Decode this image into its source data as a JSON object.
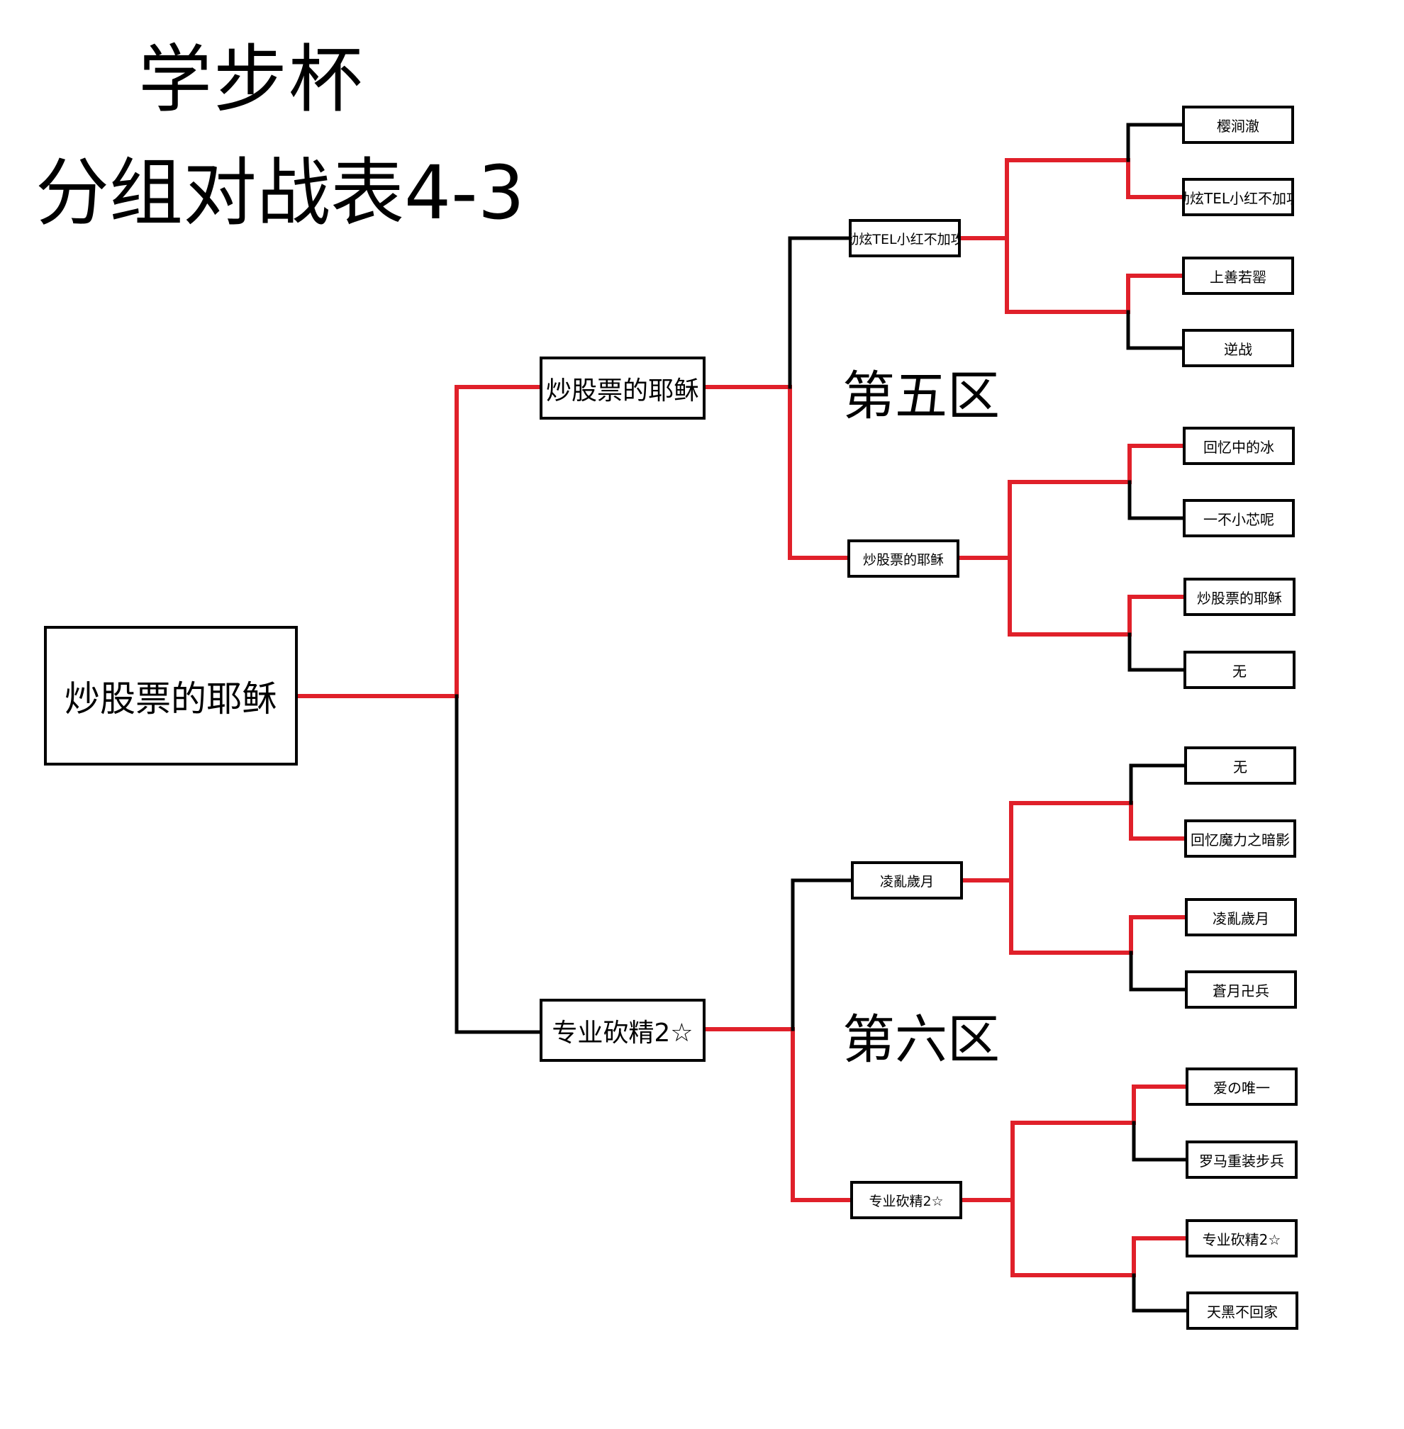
{
  "title": {
    "line1": "学步杯",
    "line2": "分组对战表4-3"
  },
  "regions": {
    "region_5": "第五区",
    "region_6": "第六区"
  },
  "colors": {
    "winner_line": "#e0202a",
    "normal_line": "#000000"
  },
  "bracket": {
    "champion": "炒股票的耶稣",
    "semifinals": [
      "炒股票的耶稣",
      "专业砍精2☆"
    ],
    "quarterfinals": [
      "劲炫TEL小红不加攻",
      "炒股票的耶稣",
      "凌亂歲月",
      "专业砍精2☆"
    ],
    "round1": [
      "樱涧澈",
      "劲炫TEL小红不加攻",
      "上善若罂",
      "逆战",
      "回忆中的冰",
      "一不小芯呢",
      "炒股票的耶稣",
      "无",
      "无",
      "回忆魔力之暗影",
      "凌亂歲月",
      "蒼月卍兵",
      "爱の唯一",
      "罗马重装步兵",
      "专业砍精2☆",
      "天黑不回家"
    ]
  }
}
